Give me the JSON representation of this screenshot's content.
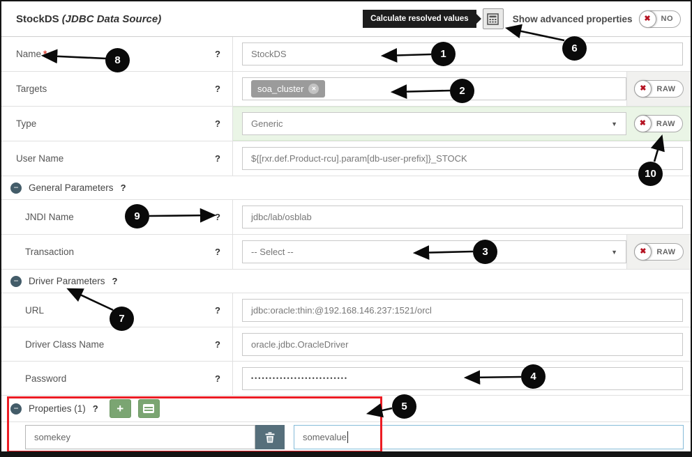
{
  "header": {
    "title": "StockDS",
    "subtitle": "(JDBC Data Source)",
    "tooltip": "Calculate resolved values",
    "advanced_label": "Show advanced properties",
    "advanced_state": "NO"
  },
  "help_mark": "?",
  "required_mark": "*",
  "raw_label": "RAW",
  "toggle_x": "✖",
  "dropdown_caret": "▼",
  "collapse_glyph": "−",
  "plus_glyph": "+",
  "tag_remove_glyph": "✕",
  "fields": {
    "name": {
      "label": "Name",
      "value": "StockDS"
    },
    "targets": {
      "label": "Targets",
      "tag": "soa_cluster"
    },
    "type": {
      "label": "Type",
      "value": "Generic"
    },
    "user_name": {
      "label": "User Name",
      "value": "${[rxr.def.Product-rcu].param[db-user-prefix]}_STOCK"
    },
    "jndi_name": {
      "label": "JNDI Name",
      "value": "jdbc/lab/osblab"
    },
    "transaction": {
      "label": "Transaction",
      "value": "-- Select --"
    },
    "url": {
      "label": "URL",
      "value": "jdbc:oracle:thin:@192.168.146.237:1521/orcl"
    },
    "driver_class": {
      "label": "Driver Class Name",
      "value": "oracle.jdbc.OracleDriver"
    },
    "password": {
      "label": "Password",
      "value": "•••••••••••••••••••••••••••"
    }
  },
  "sections": {
    "general": "General Parameters",
    "driver": "Driver Parameters",
    "properties": "Properties (1)"
  },
  "properties_row": {
    "key": "somekey",
    "value": "somevalue"
  },
  "callouts": [
    {
      "label": "1"
    },
    {
      "label": "2"
    },
    {
      "label": "3"
    },
    {
      "label": "4"
    },
    {
      "label": "5"
    },
    {
      "label": "6"
    },
    {
      "label": "7"
    },
    {
      "label": "8"
    },
    {
      "label": "9"
    },
    {
      "label": "10"
    }
  ],
  "colors": {
    "accent_red": "#b51322",
    "annotation_red": "#ec1c24",
    "highlight_green_row": "#eaf5e6",
    "button_green": "#7ba572",
    "tag_gray": "#9b9b9b",
    "trash_slate": "#566f7b",
    "section_icon_slate": "#435c69",
    "tooltip_black": "#1d1d1d",
    "value_input_border_blue": "#85bbd8"
  }
}
